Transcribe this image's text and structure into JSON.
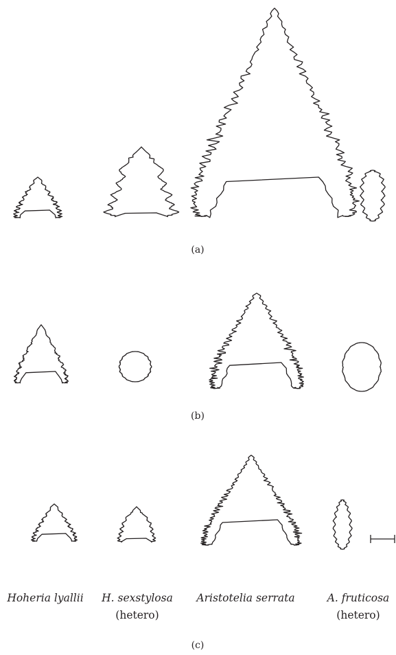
{
  "figure": {
    "panels": [
      {
        "label": "(a)",
        "id": "a"
      },
      {
        "label": "(b)",
        "id": "b"
      },
      {
        "label": "(c)",
        "id": "c"
      }
    ],
    "species": [
      {
        "name": "Hoheria lyallii",
        "note": ""
      },
      {
        "name": "H. sexstylosa",
        "note": "(hetero)"
      },
      {
        "name": "Aristotelia serrata",
        "note": ""
      },
      {
        "name": "A. fruticosa",
        "note": "(hetero)"
      }
    ],
    "stroke_color": "#231f20",
    "background": "#ffffff"
  }
}
